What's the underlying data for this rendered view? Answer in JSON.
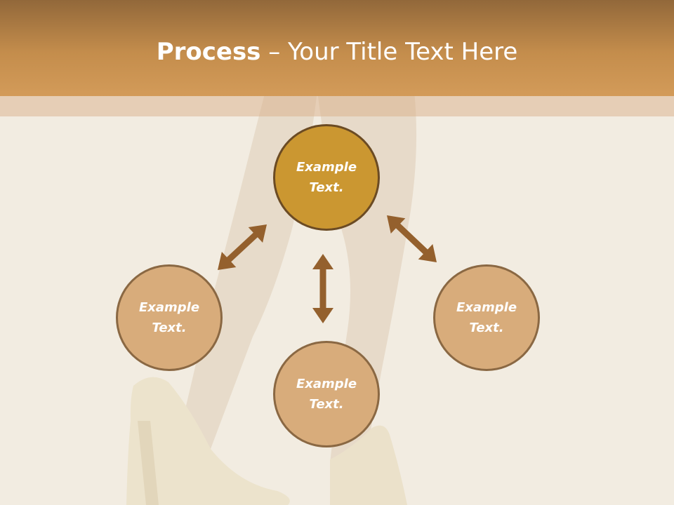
{
  "title": {
    "bold": "Process",
    "rest": " – Your Title Text Here"
  },
  "nodes": {
    "top": "Example Text.",
    "left": "Example Text.",
    "bottom": "Example Text.",
    "right": "Example Text."
  },
  "colors": {
    "header": "#c48d4c",
    "active_node": "#cb9731",
    "node": "#d8ac7b",
    "node_border": "#6b4b24",
    "arrow": "#94602d"
  }
}
